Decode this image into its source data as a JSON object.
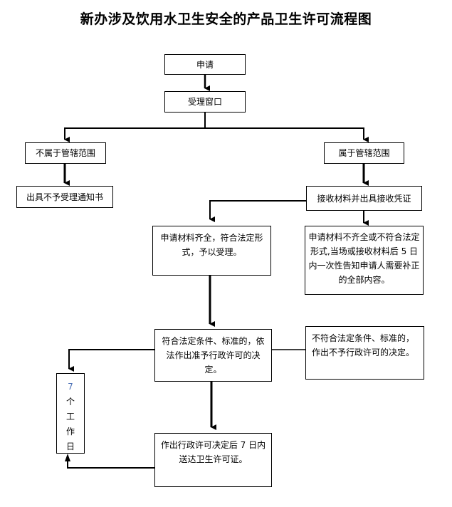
{
  "title": "新办涉及饮用水卫生安全的产品卫生许可流程图",
  "nodes": {
    "apply": "申请",
    "window": "受理窗口",
    "out_of_scope": "不属于管辖范围",
    "rejection_notice": "出具不予受理通知书",
    "in_scope": "属于管辖范围",
    "receive_materials": "接收材料并出具接收凭证",
    "complete_materials": "申请材料齐全，符合法定形式，予以受理。",
    "incomplete_materials": "申请材料不齐全或不符合法定形式,当场或接收材料后 5 日内一次性告知申请人需要补正的全部内容。",
    "approve": "符合法定条件、标准的，依法作出准予行政许可的决定。",
    "deny": "不符合法定条件、标准的，作出不予行政许可的决定。",
    "issue_license": "作出行政许可决定后 7 日内送达卫生许可证。",
    "working_days": {
      "number": "7",
      "chars": [
        "个",
        "工",
        "作",
        "日"
      ]
    }
  },
  "colors": {
    "line": "#000000",
    "digit_accent": "#4a6fb5"
  }
}
